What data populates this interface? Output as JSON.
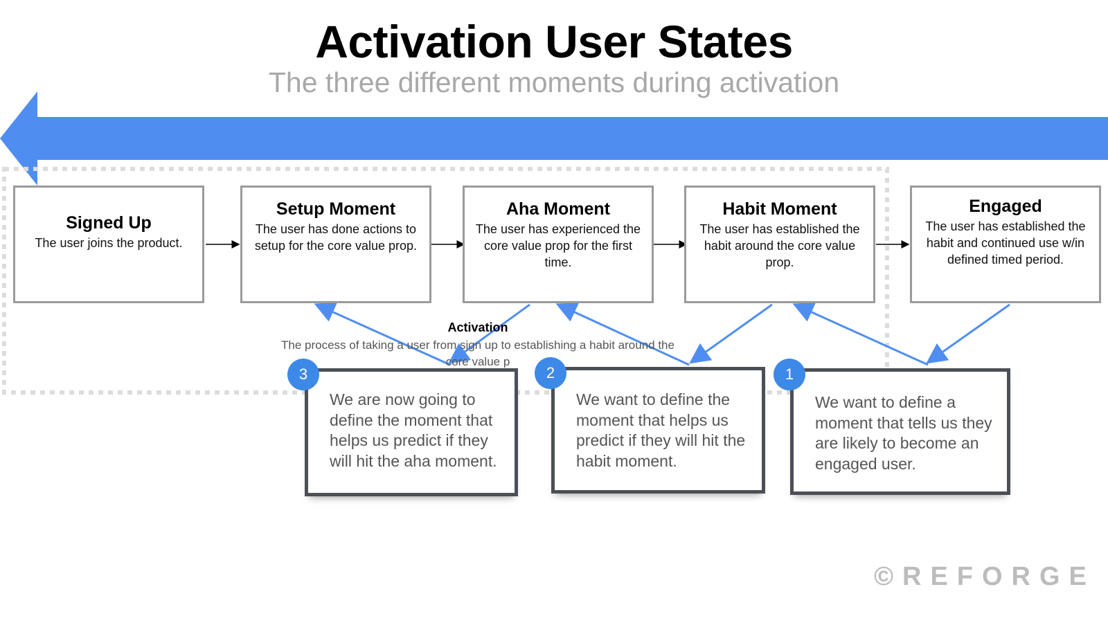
{
  "title": "Activation User States",
  "subtitle": "The three different moments during activation",
  "states": [
    {
      "name": "Signed Up",
      "desc": "The user joins the product."
    },
    {
      "name": "Setup Moment",
      "desc": "The user has done actions to setup for the core value prop."
    },
    {
      "name": "Aha Moment",
      "desc": "The user has experienced the core value prop for the first time."
    },
    {
      "name": "Habit Moment",
      "desc": "The user has established the habit around the core value prop."
    },
    {
      "name": "Engaged",
      "desc": "The user has established the habit and continued use w/in defined timed period."
    }
  ],
  "activation": {
    "label": "Activation",
    "desc": "The process of taking a user from sign up to establishing a habit around the core value p"
  },
  "notes": [
    {
      "number": "3",
      "text": "We are now going to define the moment that helps us predict if they will hit the aha moment."
    },
    {
      "number": "2",
      "text": "We want to define the moment that helps us predict if they will hit the habit moment."
    },
    {
      "number": "1",
      "text": "We want to define a moment that tells us they are likely to become an engaged user."
    }
  ],
  "brand": "©REFORGE",
  "colors": {
    "arrow_blue": "#4f8ef0",
    "badge_blue": "#3d89e8",
    "box_border": "#9a9a9a",
    "note_border": "#4c4f55"
  }
}
